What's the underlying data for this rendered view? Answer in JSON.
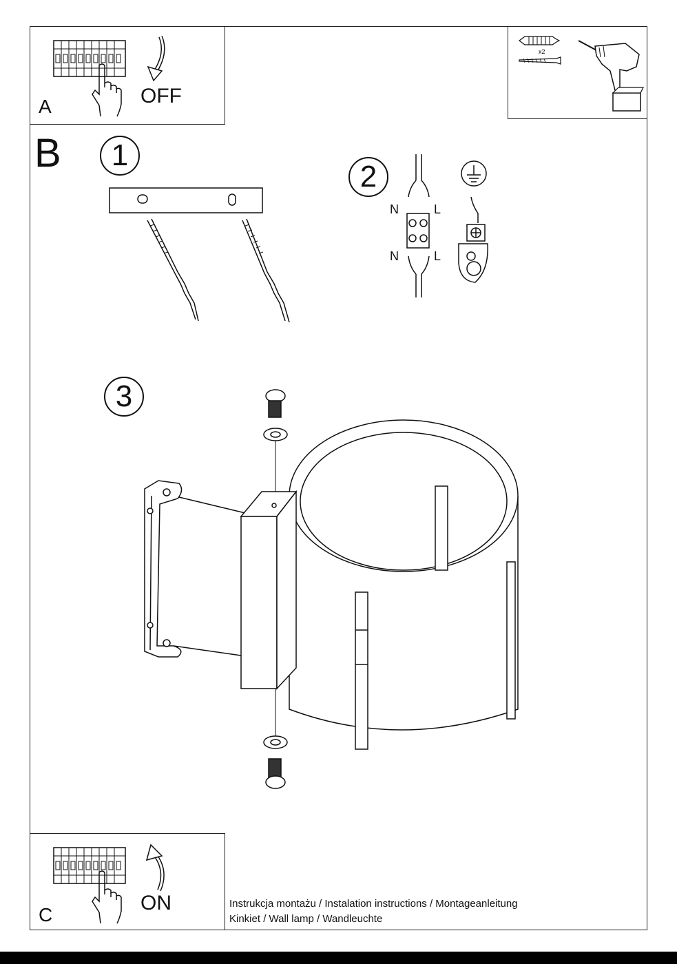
{
  "panel_a": {
    "letter": "A",
    "switch_state": "OFF"
  },
  "tools": {
    "quantity": "x2"
  },
  "panel_b": {
    "letter": "B",
    "steps": [
      {
        "number": "1"
      },
      {
        "number": "2",
        "labels": {
          "neutral_top": "N",
          "live_top": "L",
          "neutral_bottom": "N",
          "live_bottom": "L"
        }
      },
      {
        "number": "3"
      }
    ]
  },
  "panel_c": {
    "letter": "C",
    "switch_state": "ON"
  },
  "footer": {
    "line1": "Instrukcja montażu / Instalation instructions / Montageanleitung",
    "line2": "Kinkiet  / Wall lamp / Wandleuchte"
  }
}
